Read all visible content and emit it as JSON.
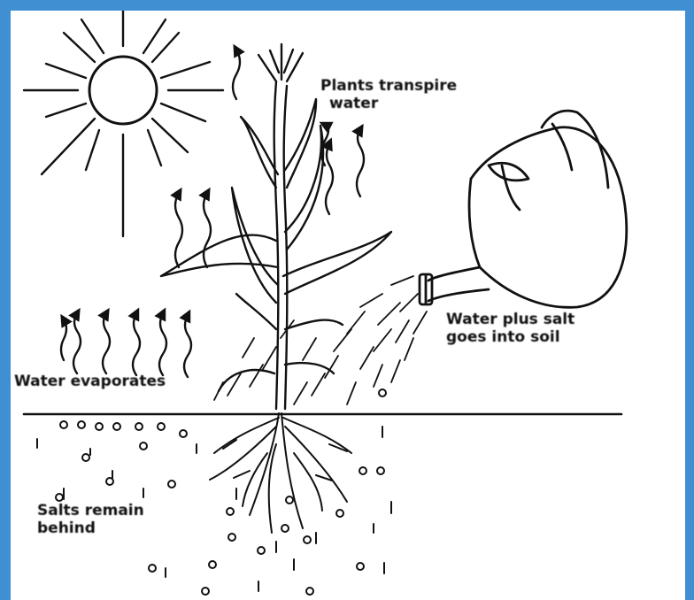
{
  "labels": {
    "transpire_line1": "Plants transpire",
    "transpire_line2": "water",
    "water_salt_line1": "Water plus salt",
    "water_salt_line2": "goes into soil",
    "evaporates": "Water evaporates",
    "salts_line1": "Salts remain",
    "salts_line2": "behind"
  },
  "colors": {
    "frame": "#3f8fd2",
    "ink": "#111111",
    "background": "#ffffff"
  },
  "icons": [
    "sun-icon",
    "plant-icon",
    "watering-can-icon",
    "evaporation-arrows-icon",
    "salt-particles-icon",
    "roots-icon"
  ]
}
